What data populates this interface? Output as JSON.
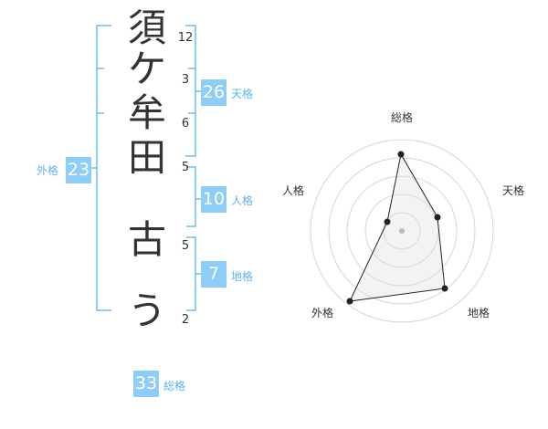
{
  "name_chars": [
    {
      "char": "須",
      "strokes": "12"
    },
    {
      "char": "ケ",
      "strokes": "3"
    },
    {
      "char": "牟",
      "strokes": "6"
    },
    {
      "char": "田",
      "strokes": "5"
    },
    {
      "char": "古",
      "strokes": "5"
    },
    {
      "char": "う",
      "strokes": "2"
    }
  ],
  "fortune": {
    "tenkaku": {
      "value": "26",
      "label": "天格"
    },
    "jinkaku": {
      "value": "10",
      "label": "人格"
    },
    "chikaku": {
      "value": "7",
      "label": "地格"
    },
    "gaikaku": {
      "value": "23",
      "label": "外格"
    },
    "soukaku": {
      "value": "33",
      "label": "総格"
    }
  },
  "radar": {
    "labels": {
      "top": "総格",
      "right": "天格",
      "bottom_right": "地格",
      "bottom_left": "外格",
      "left": "人格"
    }
  },
  "colors": {
    "accent": "#8ecdf7",
    "bracket": "#5ab4ee",
    "text": "#333333"
  }
}
